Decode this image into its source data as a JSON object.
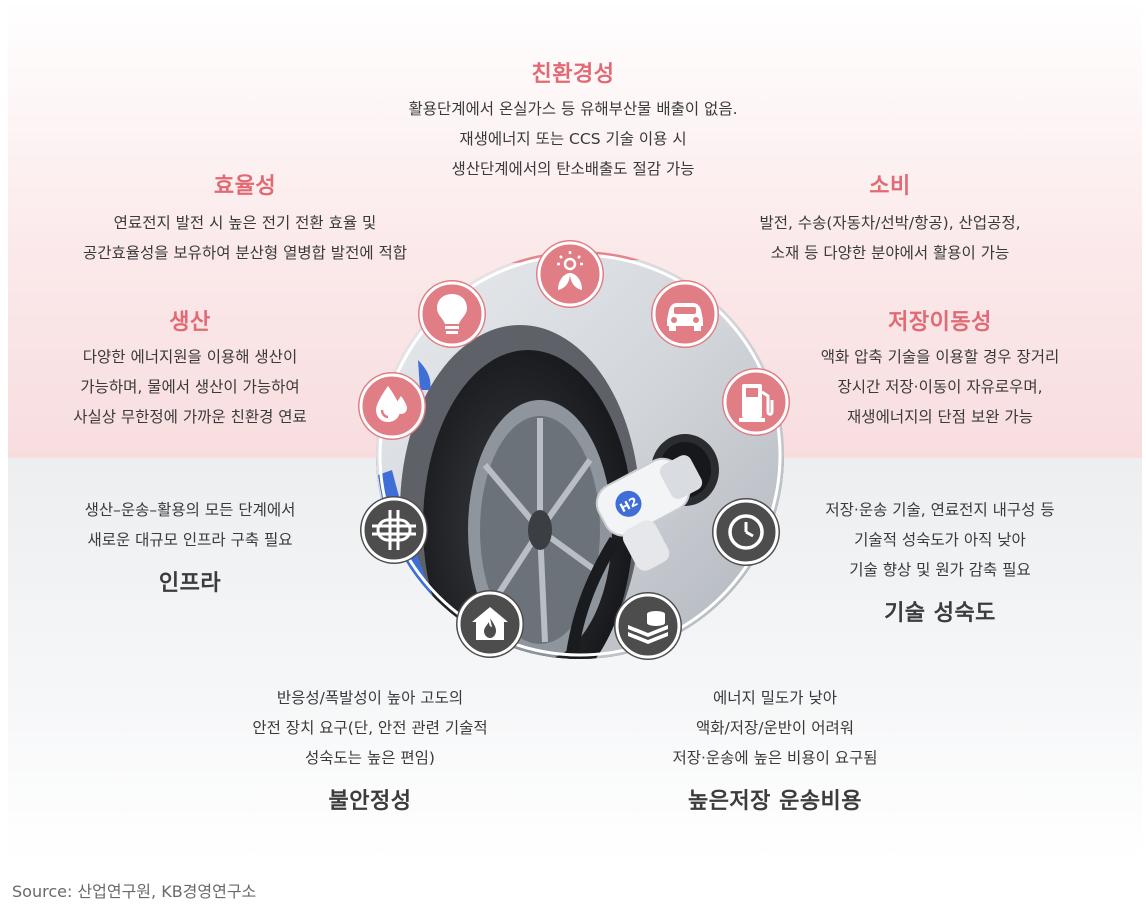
{
  "merits": {
    "eco": {
      "title": "친환경성",
      "lines": [
        "활용단계에서 온실가스 등 유해부산물 배출이 없음.",
        "재생에너지 또는 CCS 기술 이용 시",
        "생산단계에서의 탄소배출도 절감 가능"
      ]
    },
    "efficiency": {
      "title": "효율성",
      "lines": [
        "연료전지 발전 시 높은 전기 전환 효율 및",
        "공간효율성을 보유하여 분산형 열병합 발전에 적합"
      ]
    },
    "consumption": {
      "title": "소비",
      "lines": [
        "발전, 수송(자동차/선박/항공), 산업공정,",
        "소재 등 다양한 분야에서 활용이 가능"
      ]
    },
    "production": {
      "title": "생산",
      "lines": [
        "다양한 에너지원을 이용해 생산이",
        "가능하며, 물에서 생산이 가능하여",
        "사실상 무한정에 가까운 친환경 연료"
      ]
    },
    "storage": {
      "title": "저장이동성",
      "lines": [
        "액화 압축 기술을 이용할 경우 장거리",
        "장시간 저장·이동이 자유로우며,",
        "재생에너지의 단점 보완 가능"
      ]
    }
  },
  "challenges": {
    "infra": {
      "title": "인프라",
      "lines": [
        "생산–운송–활용의 모든 단계에서",
        "새로운 대규모 인프라 구축 필요"
      ]
    },
    "tech": {
      "title": "기술 성숙도",
      "lines": [
        "저장·운송 기술, 연료전지 내구성 등",
        "기술적 성숙도가 아직 낮아",
        "기술 향상 및 원가 감축 필요"
      ]
    },
    "instability": {
      "title": "불안정성",
      "lines": [
        "반응성/폭발성이 높아 고도의",
        "안전 장치 요구(단, 안전 관련 기술적",
        "성숙도는 높은 편임)"
      ]
    },
    "cost": {
      "title": "높은저장 운송비용",
      "lines": [
        "에너지 밀도가 낮아",
        "액화/저장/운반이 어려워",
        "저장·운송에 높은 비용이 요구됨"
      ]
    }
  },
  "hub": {
    "nozzle_label": "H2",
    "icons": [
      "sun-leaf-icon",
      "lightbulb-icon",
      "car-icon",
      "water-drop-icon",
      "fuel-pump-icon",
      "pipeline-icon",
      "clock-icon",
      "house-fire-icon",
      "money-stack-icon"
    ]
  },
  "colors": {
    "accent": "#e26a75",
    "badge_pink": "#e17d85",
    "badge_dark": "#4d4d4d",
    "car_accent": "#3f6fd6"
  },
  "source": "Source: 산업연구원, KB경영연구소"
}
